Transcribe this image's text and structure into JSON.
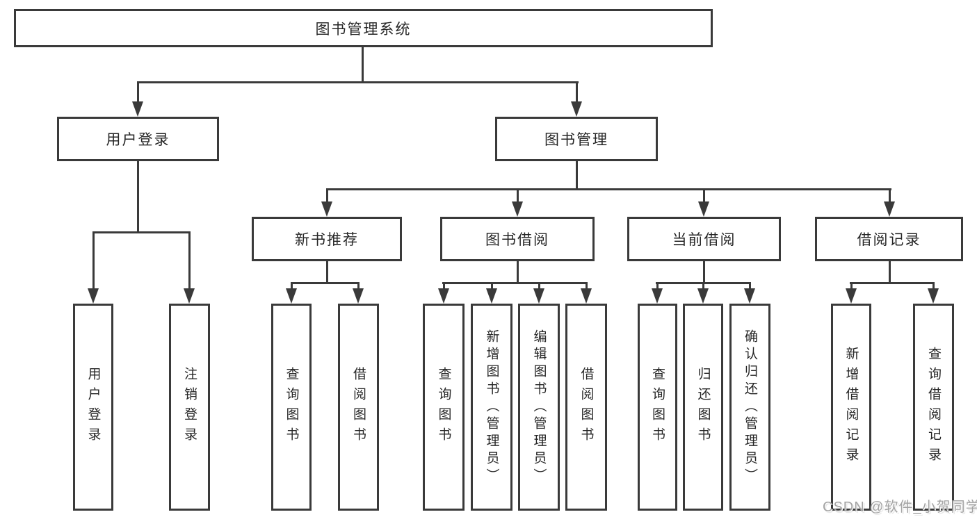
{
  "diagram": {
    "root": "图书管理系统",
    "user_branch": {
      "label": "用户登录",
      "children": [
        "用户登录",
        "注销登录"
      ]
    },
    "mgmt_branch": {
      "label": "图书管理",
      "groups": [
        {
          "label": "新书推荐",
          "children": [
            "查询图书",
            "借阅图书"
          ]
        },
        {
          "label": "图书借阅",
          "children": [
            "查询图书",
            "新增图书（管理员）",
            "编辑图书（管理员）",
            "借阅图书"
          ]
        },
        {
          "label": "当前借阅",
          "children": [
            "查询图书",
            "归还图书",
            "确认归还（管理员）"
          ]
        },
        {
          "label": "借阅记录",
          "children": [
            "新增借阅记录",
            "查询借阅记录"
          ]
        }
      ]
    }
  },
  "watermark": "CSDN @软件_小贺同学",
  "colors": {
    "line": "#3a3a3a",
    "box_border": "#3a3a3a",
    "text": "#262626",
    "watermark": "#a3a3a3",
    "background": "#ffffff"
  }
}
